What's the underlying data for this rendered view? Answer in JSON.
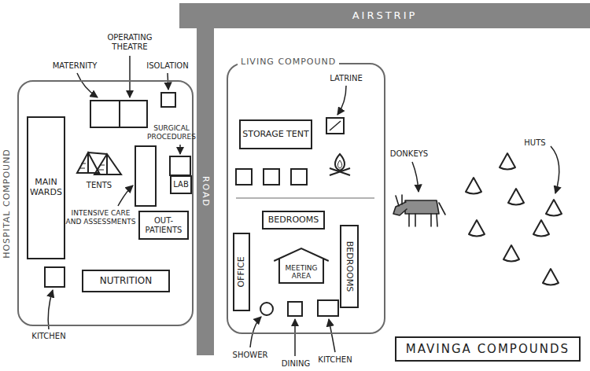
{
  "diagram": {
    "title": "MAVINGA COMPOUNDS",
    "nodes": [
      {
        "text": [
          "AIRSTRIP"
        ]
      },
      {
        "text": [
          "HOSPITAL COMPOUND"
        ]
      },
      {
        "text": [
          "MAIN WARDS"
        ],
        "in": 1
      },
      {
        "text": [
          "LAB"
        ],
        "in": 1
      },
      {
        "text": [
          "OUT-PATIENTS"
        ],
        "in": 1
      },
      {
        "text": [
          "NUTRITION"
        ],
        "in": 1
      },
      {
        "text": [
          "ROAD"
        ]
      },
      {
        "text": [
          "LIVING COMPOUND"
        ]
      },
      {
        "text": [
          "STORAGE TENT"
        ],
        "in": 7
      },
      {
        "text": [
          "BEDROOMS"
        ],
        "in": 7
      },
      {
        "text": [
          "OFFICE"
        ],
        "in": 7
      },
      {
        "text": [
          "MEETING AREA"
        ],
        "in": 7
      },
      {
        "text": [
          "BEDROOMS"
        ],
        "in": 7
      }
    ],
    "labels": [
      "MATERNITY",
      "OPERATING THEATRE",
      "ISOLATION",
      "SURGICAL PROCEDURES",
      "TENTS",
      "INTENSIVE CARE AND ASSESSMENTS",
      "KITCHEN",
      "LATRINE",
      "DONKEYS",
      "HUTS",
      "SHOWER",
      "DINING",
      "KITCHEN"
    ]
  }
}
